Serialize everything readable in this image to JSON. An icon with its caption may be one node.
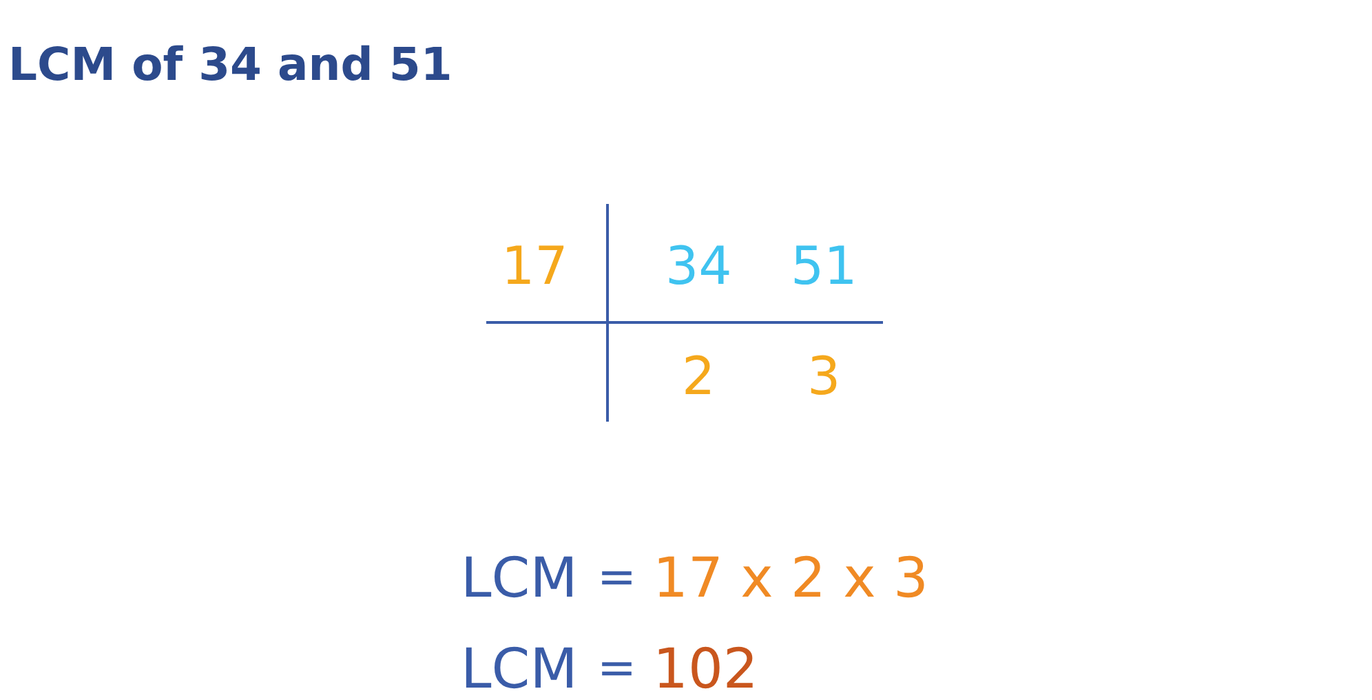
{
  "diagram": {
    "title": "LCM of 34 and 51",
    "labels": [
      "17",
      "34",
      "51",
      "2",
      "3",
      "LCM",
      "=",
      "17 x 2 x 3",
      "LCM",
      "=",
      "102"
    ]
  }
}
